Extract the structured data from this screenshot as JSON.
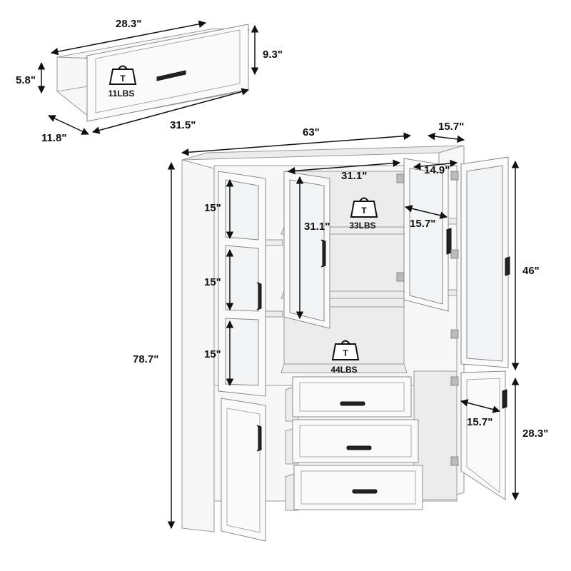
{
  "drawer_detail": {
    "width": "28.3\"",
    "depth": "31.5\"",
    "side": "11.8\"",
    "height_front": "9.3\"",
    "height_side": "5.8\"",
    "weight": "11LBS",
    "weight_icon": "T"
  },
  "cabinet": {
    "total_width": "63\"",
    "total_depth": "15.7\"",
    "total_height": "78.7\"",
    "upper_section_height": "46\"",
    "lower_section_height": "28.3\"",
    "inner_width": "31.1\"",
    "inner_height": "31.1\"",
    "side_width": "14.9\"",
    "shelf_depth_upper": "15.7\"",
    "shelf_depth_lower": "15.7\"",
    "shelf_spacing_1": "15\"",
    "shelf_spacing_2": "15\"",
    "shelf_spacing_3": "15\"",
    "upper_load": "33LBS",
    "middle_load": "44LBS",
    "weight_icon": "T"
  }
}
